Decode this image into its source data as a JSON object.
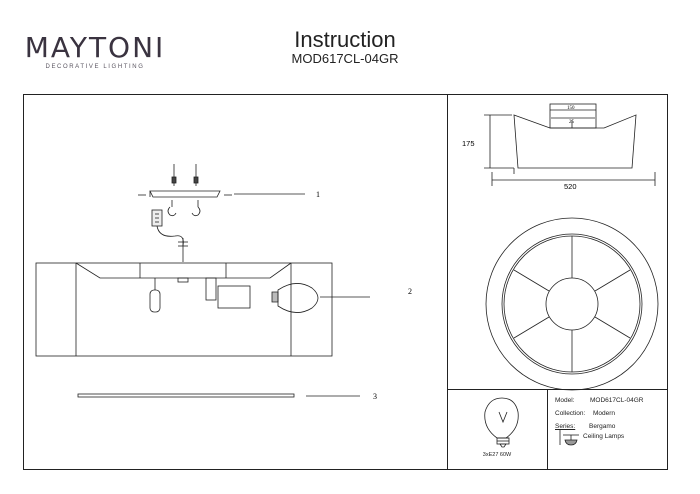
{
  "header": {
    "brand": "MAYTONI",
    "brand_tagline": "DECORATIVE LIGHTING",
    "title": "Instruction",
    "model_code": "MOD617CL-04GR"
  },
  "diagram": {
    "callouts": [
      "1",
      "2",
      "3"
    ]
  },
  "dimensions": {
    "height": "175",
    "width": "520",
    "top_width": "150",
    "top_depth": "25"
  },
  "bulb": {
    "spec": "3xE27 60W"
  },
  "product_info": {
    "model_label": "Model:",
    "model_value": "MOD617CL-04GR",
    "collection_label": "Collection:",
    "collection_value": "Modern",
    "series_label": "Series:",
    "series_value": "Bergamo",
    "type_value": "Ceiling Lamps"
  }
}
